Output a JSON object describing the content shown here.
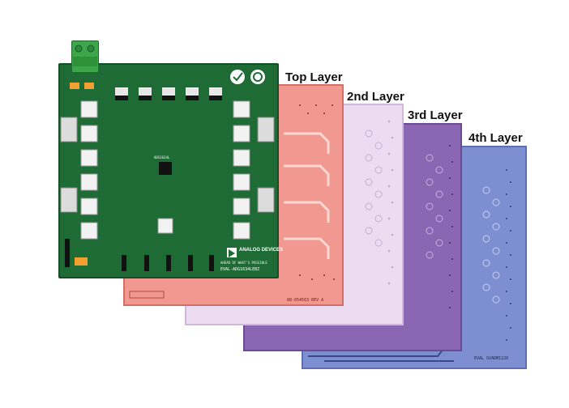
{
  "layers": [
    {
      "id": "layer4",
      "label": "4th Layer",
      "color": "#7e8fcf",
      "border": "#5f6fae"
    },
    {
      "id": "layer3",
      "label": "3rd Layer",
      "color": "#8c68b4",
      "border": "#6d4c95"
    },
    {
      "id": "layer2",
      "label": "2nd Layer",
      "color": "#ead7f0",
      "border": "#cdb3d8"
    },
    {
      "id": "layer1",
      "label": "Top Layer",
      "color": "#f29890",
      "border": "#d8746b"
    }
  ],
  "board": {
    "color": "#1f6b35",
    "logo_text": "ANALOG DEVICES",
    "tagline": "AHEAD OF WHAT'S POSSIBLE",
    "board_name": "EVAL-ADG1634LEBZ",
    "chip_label": "ADG1634L",
    "top_connector_color": "#3aa14a"
  },
  "pcb_text": {
    "top_layer_code": "08-054563 REV A",
    "fourth_layer_code": "EVAL SVADM1220"
  }
}
